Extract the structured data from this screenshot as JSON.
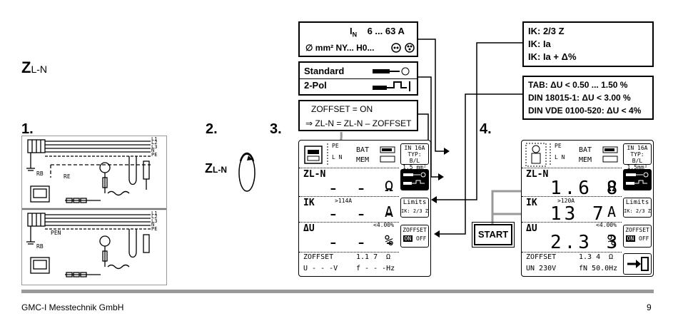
{
  "heading": {
    "z": "Z",
    "sub": "L-N"
  },
  "steps": {
    "s1": "1.",
    "s2": "2.",
    "s3": "3.",
    "s4": "4."
  },
  "rotary": {
    "z": "Z",
    "sub": "L-N"
  },
  "circuit_top": {
    "labels": [
      "L1",
      "L2",
      "L3",
      "N",
      "PE"
    ],
    "rb": "RB",
    "re": "RE"
  },
  "circuit_bottom": {
    "labels": [
      "L1",
      "L2",
      "L3",
      "N",
      "PE"
    ],
    "rb": "RB",
    "pen": "PEN"
  },
  "box_in": {
    "in_label": "I",
    "in_sub": "N",
    "in_range": "6 ... 63 A",
    "cable": "∅ mm² NY... H0..."
  },
  "box_standard": {
    "row1": "Standard",
    "row2": "2-Pol"
  },
  "box_offset": {
    "line1": "ZOFFSET = ON",
    "line2": "⇒ ZL-N = ZL-N – ZOFFSET"
  },
  "box_ik": {
    "l1": "IK: 2/3 Z",
    "l2": "IK: Ia",
    "l3": "IK: Ia + Δ%"
  },
  "box_tab": {
    "l1": "TAB: ΔU < 0.50 ... 1.50 %",
    "l2": "DIN 18015-1: ΔU < 3.00 %",
    "l3": "DIN VDE 0100-520: ΔU < 4%"
  },
  "start_label": "START",
  "lcd3": {
    "bat": "BAT",
    "mem": "MEM",
    "pe": "PE",
    "l": "L",
    "n": "N",
    "in_key": [
      "IN 16A",
      "TYP: B/L",
      "1,5 mm²"
    ],
    "z_label": "ZL-N",
    "z_value": "- - -",
    "z_unit": "Ω",
    "ik_label": "IK",
    "ik_small": ">114A",
    "ik_value": "- - -",
    "ik_unit": "A",
    "du_label": "ΔU",
    "du_small": "<4.00%",
    "du_value": "- - -",
    "du_unit": "%",
    "limits": [
      "Limits",
      "IK: 2/3 Z"
    ],
    "zoffset_key": "ZOFFSET",
    "on": "ON",
    "off": "OFF",
    "offset_label": "ZOFFSET",
    "offset_value": "1.1 7",
    "offset_unit": "Ω",
    "u_line": "U  - - -V",
    "f_line": "f  - - -Hz"
  },
  "lcd4": {
    "bat": "BAT",
    "mem": "MEM",
    "pe": "PE",
    "l": "L",
    "n": "N",
    "in_key": [
      "IN 16A",
      "TYP: B/L",
      "1.5mm²"
    ],
    "z_label": "ZL-N",
    "z_value": "1.6 8",
    "z_unit": "Ω",
    "ik_label": "IK",
    "ik_small": ">120A",
    "ik_value": "13 7",
    "ik_unit": "A",
    "du_label": "ΔU",
    "du_small": "<4.00%",
    "du_value": "2.3 3",
    "du_unit": "%",
    "limits": [
      "Limits",
      "IK: 2/3 Z"
    ],
    "zoffset_key": "ZOFFSET",
    "on": "ON",
    "off": "OFF",
    "offset_label": "ZOFFSET",
    "offset_value": "1.3 4",
    "offset_unit": "Ω",
    "un_line": "UN 230V",
    "fn_line": "fN 50.0Hz"
  },
  "footer": {
    "company": "GMC-I Messtechnik GmbH",
    "page": "9"
  }
}
